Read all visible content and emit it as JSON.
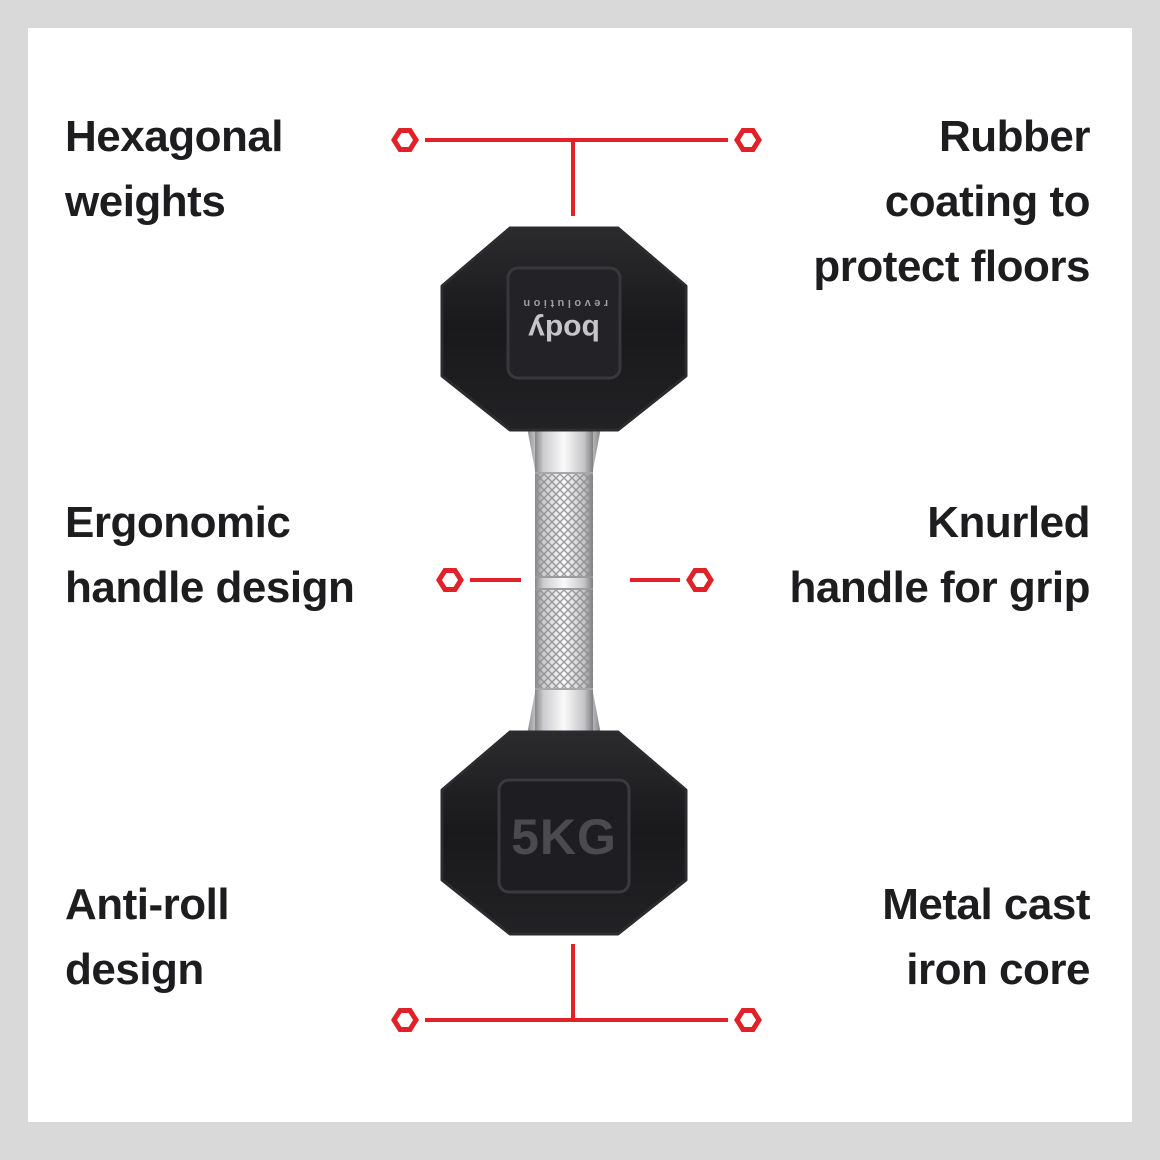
{
  "callouts": {
    "top_left": {
      "lines": [
        "Hexagonal",
        "weights"
      ]
    },
    "top_right": {
      "lines": [
        "Rubber",
        "coating to",
        "protect floors"
      ]
    },
    "mid_left": {
      "lines": [
        "Ergonomic",
        "handle design"
      ]
    },
    "mid_right": {
      "lines": [
        "Knurled",
        "handle for grip"
      ]
    },
    "bottom_left": {
      "lines": [
        "Anti-roll",
        "design"
      ]
    },
    "bottom_right": {
      "lines": [
        "Metal cast",
        "iron core"
      ]
    }
  },
  "dumbbell": {
    "weight_label": "5KG",
    "brand": {
      "line1": "body",
      "line2": "revolution"
    }
  },
  "colors": {
    "accent_red": "#e02127",
    "background_gray": "#d9d9d9",
    "card_white": "#ffffff",
    "text_dark": "#1d1d1f",
    "dumbbell_black": "#1b1b1e"
  }
}
